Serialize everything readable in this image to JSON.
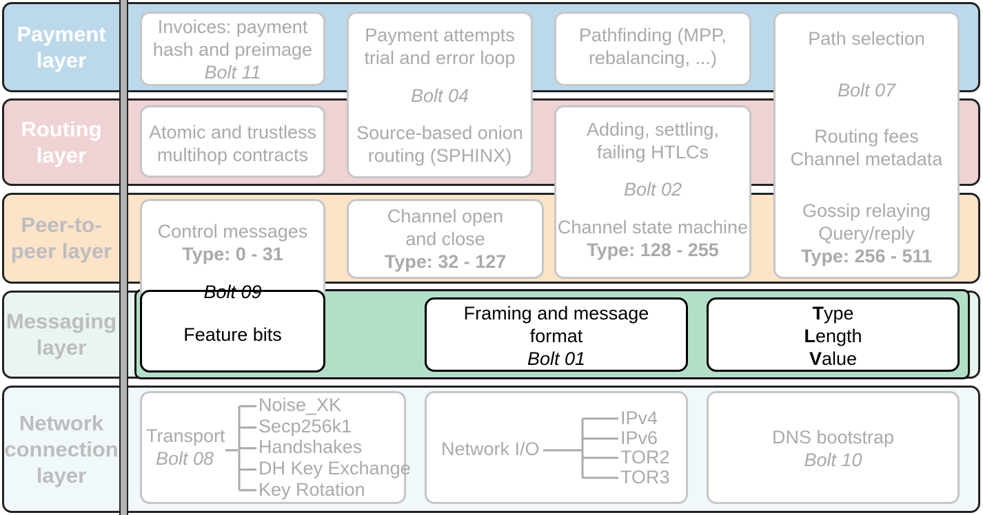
{
  "layers": {
    "payment": "Payment\nlayer",
    "routing": "Routing\nlayer",
    "peer": "Peer-to-\npeer layer",
    "messaging": "Messaging\nlayer",
    "network": "Network\nconnection\nlayer"
  },
  "colors": {
    "payment": "#bcd8eb",
    "routing": "#efd2d4",
    "peer": "#fde3c8",
    "messaging": "#e9f5ee",
    "network": "#f0f8fc",
    "messaging_highlight": "#b2dfc8"
  },
  "boxes": {
    "invoices": {
      "line1": "Invoices: payment",
      "line2": "hash and preimage",
      "bolt": "Bolt 11"
    },
    "payment_attempts": {
      "line1": "Payment attempts",
      "line2": "trial and error loop",
      "bolt": "Bolt 04",
      "line3": "Source-based onion",
      "line4": "routing (SPHINX)"
    },
    "pathfinding": {
      "line1": "Pathfinding (MPP,",
      "line2": "rebalancing, ...)"
    },
    "path_selection": {
      "line1": "Path selection",
      "bolt": "Bolt 07",
      "line2": "Routing fees",
      "line3": "Channel metadata",
      "line4": "Gossip relaying",
      "line5": "Query/reply",
      "type": "Type: 256 - 511"
    },
    "atomic": {
      "line1": "Atomic and trustless",
      "line2": "multihop contracts"
    },
    "htlcs": {
      "line1": "Adding, settling,",
      "line2": "failing HTLCs",
      "bolt": "Bolt 02",
      "line3": "Channel state machine",
      "type": "Type: 128 - 255"
    },
    "control": {
      "line1": "Control messages",
      "type": "Type: 0 - 31",
      "bolt": "Bolt 09",
      "feature": "Feature bits"
    },
    "channel_open": {
      "line1": "Channel open",
      "line2": "and close",
      "type": "Type: 32 - 127"
    },
    "framing": {
      "line1": "Framing and message",
      "line2": "format",
      "bolt": "Bolt 01"
    },
    "tlv": {
      "t_bold": "T",
      "t_rest": "ype",
      "l_bold": "L",
      "l_rest": "ength",
      "v_bold": "V",
      "v_rest": "alue"
    },
    "transport": {
      "line1": "Transport",
      "bolt": "Bolt 08",
      "items": [
        "Noise_XK",
        "Secp256k1",
        "Handshakes",
        "DH Key Exchange",
        "Key Rotation"
      ]
    },
    "network_io": {
      "line1": "Network I/O",
      "items": [
        "IPv4",
        "IPv6",
        "TOR2",
        "TOR3"
      ]
    },
    "dns": {
      "line1": "DNS bootstrap",
      "bolt": "Bolt 10"
    }
  }
}
